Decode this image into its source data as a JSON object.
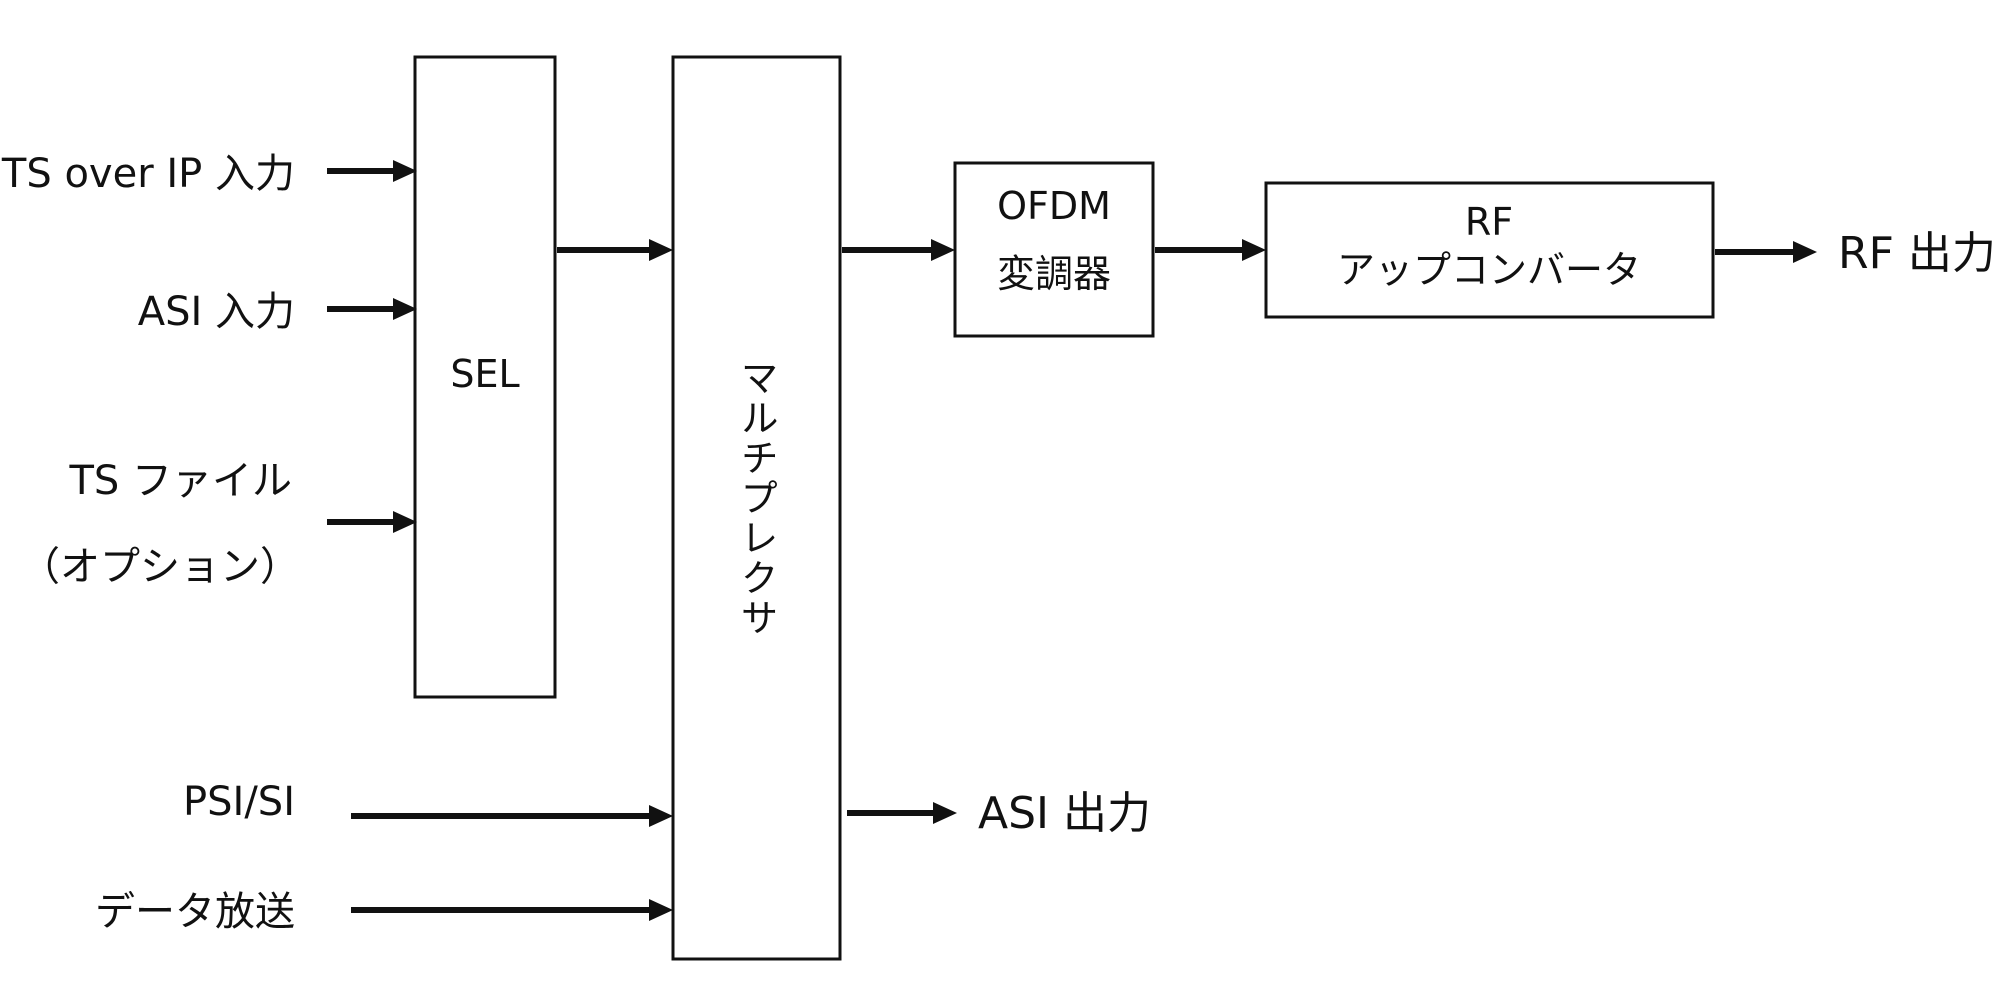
{
  "inputs": {
    "ts_over_ip": "TS over IP 入力",
    "asi": "ASI 入力",
    "ts_file": "TS ファイル",
    "ts_file_option": "（オプション）",
    "psi_si": "PSI/SI",
    "data_broadcast": "データ放送"
  },
  "blocks": {
    "sel": "SEL",
    "multiplexer": "マルチプレクサ",
    "ofdm_line1": "OFDM",
    "ofdm_line2": "変調器",
    "rf_line1": "RF",
    "rf_line2": "アップコンバータ"
  },
  "outputs": {
    "rf": "RF 出力",
    "asi": "ASI 出力"
  }
}
